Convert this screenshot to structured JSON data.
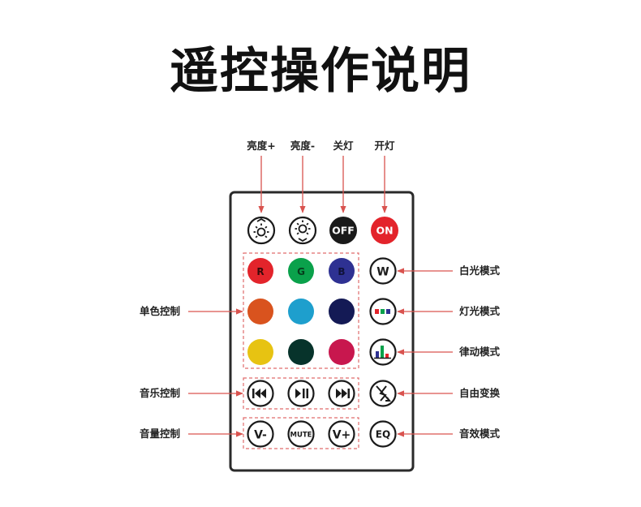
{
  "title": "遥控操作说明",
  "top_labels": {
    "brightness_up": "亮度+",
    "brightness_down": "亮度-",
    "light_off": "关灯",
    "light_on": "开灯"
  },
  "right_labels": {
    "white_mode": "白光模式",
    "light_mode": "灯光模式",
    "rhythm_mode": "律动模式",
    "free_change": "自由变换",
    "sound_mode": "音效模式"
  },
  "left_labels": {
    "single_color": "单色控制",
    "music_control": "音乐控制",
    "volume_control": "音量控制"
  },
  "buttons": {
    "off": "OFF",
    "on": "ON",
    "r": "R",
    "g": "G",
    "b": "B",
    "w": "W",
    "vol_down": "V-",
    "mute": "MUTE",
    "vol_up": "V+",
    "eq": "EQ"
  },
  "colors": {
    "red": "#e3242b",
    "green": "#0aa14b",
    "blue": "#2e3192",
    "orange": "#d9531e",
    "cyan": "#1e9fcd",
    "navy": "#141a55",
    "yellow": "#e7c312",
    "dark_teal": "#07332b",
    "crimson": "#c8174e",
    "on_red": "#e3242b",
    "off_black": "#1a1a1a",
    "arrow": "#d9534f"
  }
}
